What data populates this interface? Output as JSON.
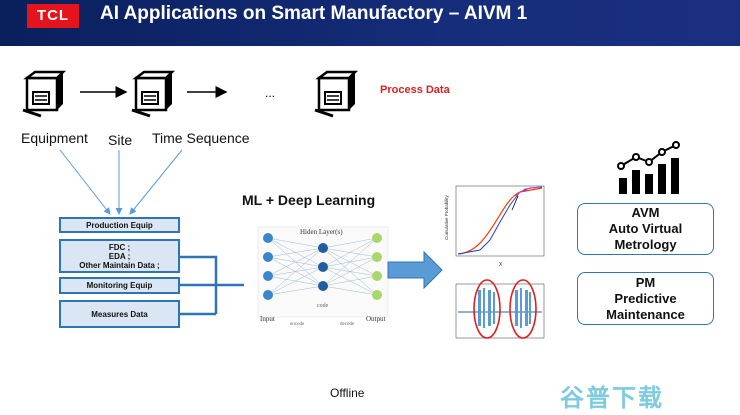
{
  "header": {
    "logo": "TCL",
    "title": "AI Applications on Smart Manufactory – AIVM 1"
  },
  "top_row": {
    "ellipsis": "...",
    "process_data": "Process Data",
    "labels": [
      "Equipment",
      "Site",
      "Time Sequence"
    ]
  },
  "inputs": {
    "boxes": [
      "Production Equip",
      "FDC ;",
      "EDA ;",
      "Other Maintain Data ;",
      "Monitoring Equip",
      "Measures Data"
    ]
  },
  "ml": {
    "title": "ML + Deep Learning",
    "nn_labels": {
      "hidden": "Hiden Layer(s)",
      "input": "Input",
      "output": "Output",
      "code": "code",
      "encode": "encode",
      "decode": "decode"
    }
  },
  "outputs": {
    "avm": [
      "AVM",
      "Auto Virtual",
      "Metrology"
    ],
    "pm": [
      "PM",
      "Predictive",
      "Maintenance"
    ]
  },
  "plots": {
    "ylabel": "Cumulative Probability",
    "xlabel": "X"
  },
  "footer": {
    "offline": "Offline",
    "watermark": "谷普下载"
  },
  "colors": {
    "header": "#0a1f5c",
    "accent_red": "#e5141c",
    "box_border": "#2e75b6",
    "box_fill": "#dbe6f4"
  }
}
